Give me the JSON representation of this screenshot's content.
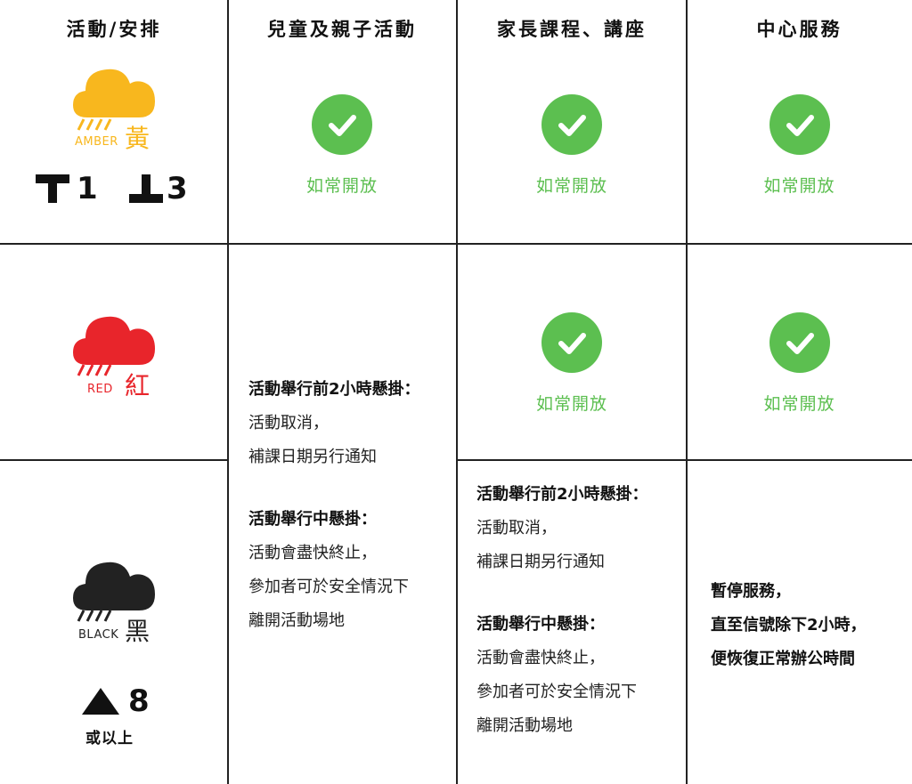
{
  "table": {
    "headers": [
      "活動/安排",
      "兒童及親子活動",
      "家長課程、講座",
      "中心服務"
    ]
  },
  "amber": {
    "label_en": "AMBER",
    "label_zh": "黃",
    "signal_1": "1",
    "signal_3": "3",
    "color": "#f8b71e"
  },
  "red": {
    "label_en": "RED",
    "label_zh": "紅",
    "color": "#e8252b"
  },
  "black": {
    "label_en": "BLACK",
    "label_zh": "黑",
    "signal_8": "8",
    "note": "或以上",
    "color": "#222222"
  },
  "status": {
    "open": "如常開放",
    "check_color": "#5cbf50",
    "open_text_color": "#5cbf50"
  },
  "activity_rules": {
    "before_title": "活動舉行前2小時懸掛：",
    "before_line1": "活動取消，",
    "before_line2": "補課日期另行通知",
    "during_title": "活動舉行中懸掛：",
    "during_line1": "活動會盡快終止，",
    "during_line2": "參加者可於安全情況下",
    "during_line3": "離開活動場地"
  },
  "center_service": {
    "line1": "暫停服務，",
    "line2": "直至信號除下2小時，",
    "line3": "便恢復正常辦公時間"
  }
}
